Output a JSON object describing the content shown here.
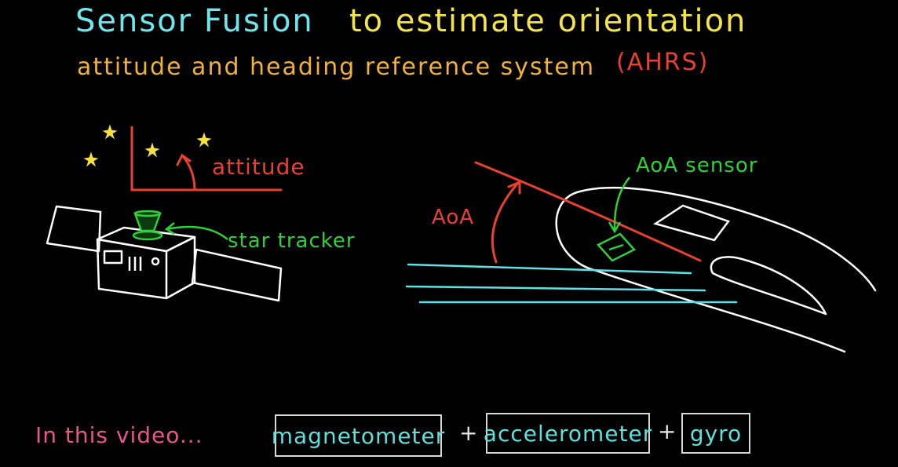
{
  "title": {
    "part1": "Sensor Fusion",
    "part2": "to estimate orientation",
    "color1": "#6fe6ec",
    "color2": "#f2e34a"
  },
  "subtitle": {
    "text": "attitude and heading reference system",
    "acronym": "(AHRS)",
    "color": "#f1b13a",
    "acronym_color": "#e8412f"
  },
  "left_diagram": {
    "attitude_label": "attitude",
    "star_tracker_label": "star tracker",
    "star_color": "#f5e040",
    "satellite_color": "#ffffff",
    "sensor_color": "#2fd13a"
  },
  "right_diagram": {
    "aoa_label": "AoA",
    "aoa_sensor_label": "AoA sensor",
    "flow_color": "#5fe0e6",
    "aoa_color": "#e8412f",
    "wing_color": "#ffffff",
    "sensor_color": "#2fd13a"
  },
  "footer": {
    "intro": "In this video...",
    "intro_color": "#e8558d",
    "sensors": [
      "magnetometer",
      "accelerometer",
      "gyro"
    ],
    "plus": "+"
  }
}
